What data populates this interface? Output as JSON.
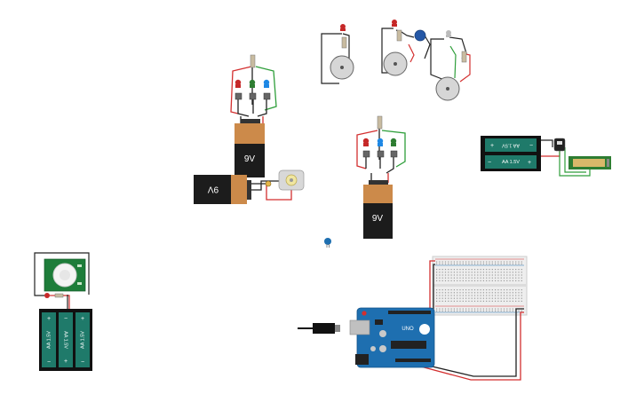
{
  "battery_9v": {
    "label": "9V"
  },
  "battery_pack_2aa": {
    "cell_label": "AA 1.5V",
    "plus": "+",
    "minus": "−"
  },
  "battery_pack_3aa": {
    "cell_label": "AA 1.5V",
    "plus": "+",
    "minus": "−"
  },
  "arduino": {
    "brand": "UNO"
  },
  "colors": {
    "wire_red": "#d32f2f",
    "wire_black": "#222222",
    "wire_green": "#2e9e3a",
    "battery_orange": "#cc8a4a",
    "battery_black": "#1c1c1c",
    "pack_green": "#1f7a6a",
    "arduino_blue": "#1e6fb0",
    "breadboard": "#eeeeee",
    "led_red": "#c62828",
    "led_green": "#2e7d32",
    "led_blue": "#1e88e5",
    "pir_green": "#1e7d3a",
    "motor_bg": "#d8d8d8"
  }
}
